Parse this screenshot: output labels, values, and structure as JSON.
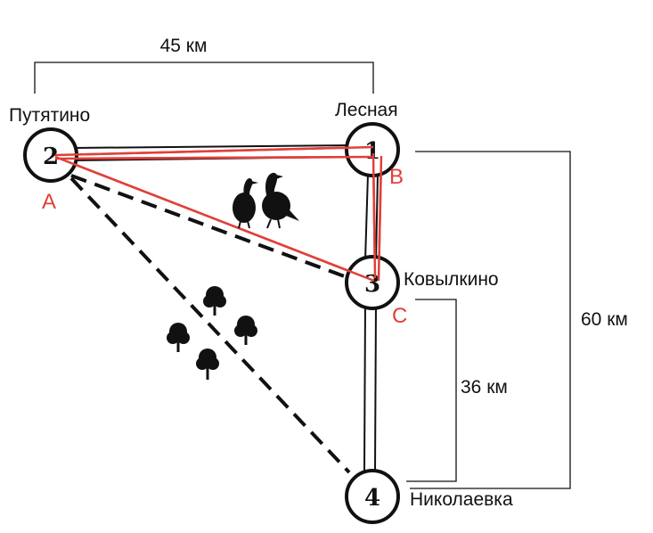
{
  "villages": [
    {
      "number": "1",
      "name": "Лесная"
    },
    {
      "number": "2",
      "name": "Путятино"
    },
    {
      "number": "3",
      "name": "Ковылкино"
    },
    {
      "number": "4",
      "name": "Николаевка"
    }
  ],
  "distances": {
    "top": "45 км",
    "right_outer": "60 км",
    "right_inner": "36 км"
  },
  "triangle_labels": {
    "a": "A",
    "b": "B",
    "c": "C"
  },
  "colors": {
    "ink": "#111111",
    "highlight": "#e0403a"
  },
  "icons": [
    "geese-icon",
    "tree-icon"
  ]
}
